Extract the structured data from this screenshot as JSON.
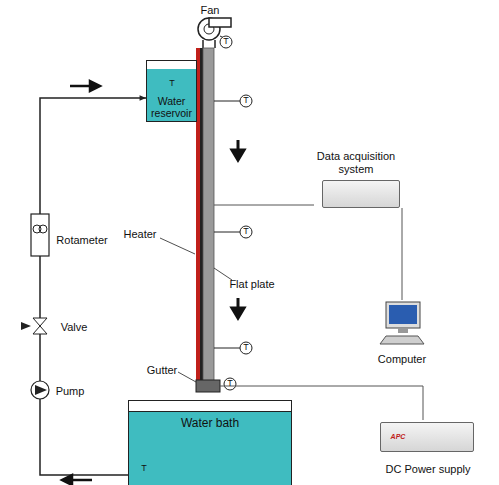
{
  "diagram": {
    "nodes": [
      {
        "text": [
          "Water reservoir"
        ]
      },
      {
        "text": [
          "Water bath"
        ]
      },
      {
        "text": [
          "Data acquisition system"
        ]
      },
      {
        "text": [
          "Computer"
        ]
      },
      {
        "text": [
          "DC Power supply"
        ]
      }
    ],
    "edges": [
      {
        "from": 1,
        "to": 0,
        "arrow": "to"
      },
      {
        "from": 2,
        "to": 3,
        "arrow": "none"
      }
    ],
    "labels": [
      "Fan",
      "Rotameter",
      "Valve",
      "Pump",
      "Heater",
      "Flat plate",
      "Gutter",
      "T",
      "T",
      "T",
      "T",
      "T",
      "T",
      "T",
      "APC"
    ]
  }
}
